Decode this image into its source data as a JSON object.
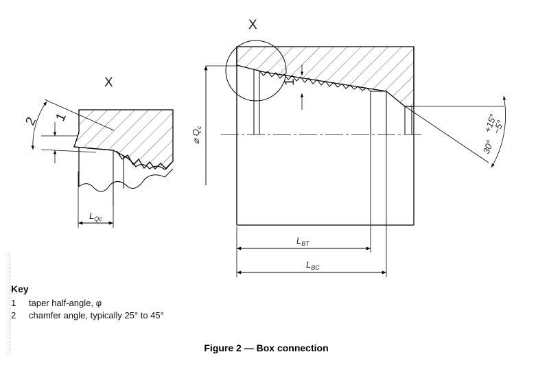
{
  "figure": {
    "caption": "Figure 2 — Box connection"
  },
  "detail_view": {
    "label": "X",
    "callouts": {
      "taper": "1",
      "chamfer": "2"
    },
    "dimension": {
      "main": "L",
      "sub": "Qc"
    }
  },
  "main_view": {
    "detail_ref": "X",
    "taper_callout": "1",
    "diameter": {
      "symbol": "⌀",
      "main": "Q",
      "sub": "c"
    },
    "angle": {
      "base": "30°",
      "plus": "+15°",
      "minus": "−5°"
    },
    "dimensions": [
      {
        "main": "L",
        "sub": "BT"
      },
      {
        "main": "L",
        "sub": "BC"
      }
    ]
  },
  "key": {
    "title": "Key",
    "items": [
      {
        "num": "1",
        "text": "taper half-angle, φ"
      },
      {
        "num": "2",
        "text": "chamfer angle, typically 25° to 45°"
      }
    ]
  }
}
